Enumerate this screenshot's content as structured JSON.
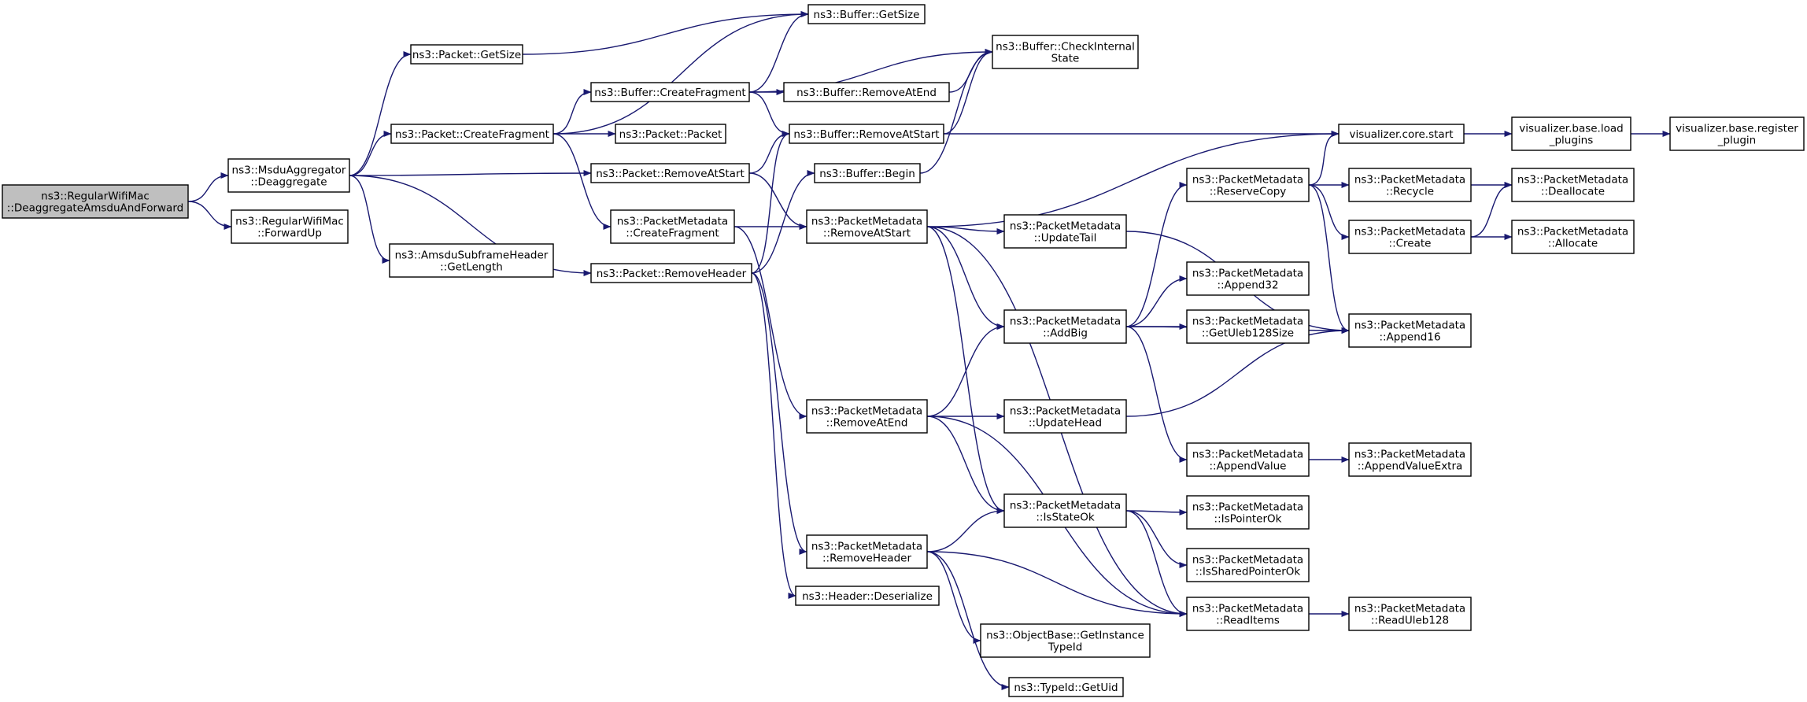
{
  "graph": {
    "colors": {
      "edge": "#191970",
      "root_fill": "#bfbfbf",
      "node_fill": "#ffffff",
      "node_stroke": "#000000"
    },
    "nodes": [
      {
        "id": "root",
        "lines": [
          "ns3::RegularWifiMac",
          "::DeaggregateAmsduAndForward"
        ],
        "root": true
      },
      {
        "id": "msdu_deagg",
        "lines": [
          "ns3::MsduAggregator",
          "::Deaggregate"
        ]
      },
      {
        "id": "fwd_up",
        "lines": [
          "ns3::RegularWifiMac",
          "::ForwardUp"
        ]
      },
      {
        "id": "pkt_getsize",
        "lines": [
          "ns3::Packet::GetSize"
        ]
      },
      {
        "id": "pkt_createfrag",
        "lines": [
          "ns3::Packet::CreateFragment"
        ]
      },
      {
        "id": "pkt_removeatstart",
        "lines": [
          "ns3::Packet::RemoveAtStart"
        ]
      },
      {
        "id": "amsdu_getlen",
        "lines": [
          "ns3::AmsduSubframeHeader",
          "::GetLength"
        ]
      },
      {
        "id": "pkt_removeheader",
        "lines": [
          "ns3::Packet::RemoveHeader"
        ]
      },
      {
        "id": "buf_getsize",
        "lines": [
          "ns3::Buffer::GetSize"
        ]
      },
      {
        "id": "buf_createfrag",
        "lines": [
          "ns3::Buffer::CreateFragment"
        ]
      },
      {
        "id": "pkt_packet",
        "lines": [
          "ns3::Packet::Packet"
        ]
      },
      {
        "id": "pm_createfrag",
        "lines": [
          "ns3::PacketMetadata",
          "::CreateFragment"
        ]
      },
      {
        "id": "buf_check",
        "lines": [
          "ns3::Buffer::CheckInternal",
          "State"
        ]
      },
      {
        "id": "buf_removeatend",
        "lines": [
          "ns3::Buffer::RemoveAtEnd"
        ]
      },
      {
        "id": "buf_removeatstart",
        "lines": [
          "ns3::Buffer::RemoveAtStart"
        ]
      },
      {
        "id": "buf_begin",
        "lines": [
          "ns3::Buffer::Begin"
        ]
      },
      {
        "id": "pm_removeatstart",
        "lines": [
          "ns3::PacketMetadata",
          "::RemoveAtStart"
        ]
      },
      {
        "id": "pm_removeatend",
        "lines": [
          "ns3::PacketMetadata",
          "::RemoveAtEnd"
        ]
      },
      {
        "id": "pm_removeheader",
        "lines": [
          "ns3::PacketMetadata",
          "::RemoveHeader"
        ]
      },
      {
        "id": "hdr_deser",
        "lines": [
          "ns3::Header::Deserialize"
        ]
      },
      {
        "id": "vis_start",
        "lines": [
          "visualizer.core.start"
        ]
      },
      {
        "id": "pm_updatetail",
        "lines": [
          "ns3::PacketMetadata",
          "::UpdateTail"
        ]
      },
      {
        "id": "pm_addbig",
        "lines": [
          "ns3::PacketMetadata",
          "::AddBig"
        ]
      },
      {
        "id": "pm_updatehead",
        "lines": [
          "ns3::PacketMetadata",
          "::UpdateHead"
        ]
      },
      {
        "id": "pm_isstateok",
        "lines": [
          "ns3::PacketMetadata",
          "::IsStateOk"
        ]
      },
      {
        "id": "ob_getinst",
        "lines": [
          "ns3::ObjectBase::GetInstance",
          "TypeId"
        ]
      },
      {
        "id": "typeid_getuid",
        "lines": [
          "ns3::TypeId::GetUid"
        ]
      },
      {
        "id": "pm_reservecopy",
        "lines": [
          "ns3::PacketMetadata",
          "::ReserveCopy"
        ]
      },
      {
        "id": "pm_append32",
        "lines": [
          "ns3::PacketMetadata",
          "::Append32"
        ]
      },
      {
        "id": "pm_getuleb",
        "lines": [
          "ns3::PacketMetadata",
          "::GetUleb128Size"
        ]
      },
      {
        "id": "pm_appendvalue",
        "lines": [
          "ns3::PacketMetadata",
          "::AppendValue"
        ]
      },
      {
        "id": "pm_ispointerok",
        "lines": [
          "ns3::PacketMetadata",
          "::IsPointerOk"
        ]
      },
      {
        "id": "pm_issharedok",
        "lines": [
          "ns3::PacketMetadata",
          "::IsSharedPointerOk"
        ]
      },
      {
        "id": "pm_readitems",
        "lines": [
          "ns3::PacketMetadata",
          "::ReadItems"
        ]
      },
      {
        "id": "vis_load",
        "lines": [
          "visualizer.base.load",
          "_plugins"
        ]
      },
      {
        "id": "pm_recycle",
        "lines": [
          "ns3::PacketMetadata",
          "::Recycle"
        ]
      },
      {
        "id": "pm_create",
        "lines": [
          "ns3::PacketMetadata",
          "::Create"
        ]
      },
      {
        "id": "pm_append16",
        "lines": [
          "ns3::PacketMetadata",
          "::Append16"
        ]
      },
      {
        "id": "pm_appendvalueextra",
        "lines": [
          "ns3::PacketMetadata",
          "::AppendValueExtra"
        ]
      },
      {
        "id": "pm_readuleb",
        "lines": [
          "ns3::PacketMetadata",
          "::ReadUleb128"
        ]
      },
      {
        "id": "vis_register",
        "lines": [
          "visualizer.base.register",
          "_plugin"
        ]
      },
      {
        "id": "pm_dealloc",
        "lines": [
          "ns3::PacketMetadata",
          "::Deallocate"
        ]
      },
      {
        "id": "pm_alloc",
        "lines": [
          "ns3::PacketMetadata",
          "::Allocate"
        ]
      }
    ],
    "edges": [
      [
        "root",
        "msdu_deagg"
      ],
      [
        "root",
        "fwd_up"
      ],
      [
        "msdu_deagg",
        "pkt_getsize"
      ],
      [
        "msdu_deagg",
        "pkt_createfrag"
      ],
      [
        "msdu_deagg",
        "pkt_removeatstart"
      ],
      [
        "msdu_deagg",
        "amsdu_getlen"
      ],
      [
        "msdu_deagg",
        "pkt_removeheader"
      ],
      [
        "pkt_getsize",
        "buf_getsize"
      ],
      [
        "pkt_createfrag",
        "buf_getsize"
      ],
      [
        "pkt_createfrag",
        "buf_createfrag"
      ],
      [
        "pkt_createfrag",
        "pkt_packet"
      ],
      [
        "pkt_createfrag",
        "pm_createfrag"
      ],
      [
        "buf_createfrag",
        "buf_getsize"
      ],
      [
        "buf_createfrag",
        "buf_check"
      ],
      [
        "buf_createfrag",
        "buf_removeatend"
      ],
      [
        "buf_createfrag",
        "buf_removeatstart"
      ],
      [
        "buf_removeatend",
        "buf_check"
      ],
      [
        "buf_removeatstart",
        "buf_check"
      ],
      [
        "buf_removeatstart",
        "vis_start"
      ],
      [
        "buf_begin",
        "buf_check"
      ],
      [
        "pkt_removeatstart",
        "buf_removeatstart"
      ],
      [
        "pkt_removeatstart",
        "pm_removeatstart"
      ],
      [
        "pm_createfrag",
        "pm_removeatstart"
      ],
      [
        "pm_createfrag",
        "pm_removeatend"
      ],
      [
        "pkt_removeheader",
        "buf_removeatstart"
      ],
      [
        "pkt_removeheader",
        "buf_begin"
      ],
      [
        "pkt_removeheader",
        "pm_removeheader"
      ],
      [
        "pkt_removeheader",
        "hdr_deser"
      ],
      [
        "pm_removeatstart",
        "vis_start"
      ],
      [
        "pm_removeatstart",
        "pm_updatetail"
      ],
      [
        "pm_removeatstart",
        "pm_addbig"
      ],
      [
        "pm_removeatstart",
        "pm_isstateok"
      ],
      [
        "pm_removeatstart",
        "pm_readitems"
      ],
      [
        "pm_removeatend",
        "pm_addbig"
      ],
      [
        "pm_removeatend",
        "pm_updatehead"
      ],
      [
        "pm_removeatend",
        "pm_isstateok"
      ],
      [
        "pm_removeatend",
        "pm_readitems"
      ],
      [
        "pm_removeheader",
        "pm_isstateok"
      ],
      [
        "pm_removeheader",
        "pm_readitems"
      ],
      [
        "pm_removeheader",
        "ob_getinst"
      ],
      [
        "pm_removeheader",
        "typeid_getuid"
      ],
      [
        "pm_updatetail",
        "pm_append16"
      ],
      [
        "pm_updatehead",
        "pm_append16"
      ],
      [
        "pm_addbig",
        "pm_reservecopy"
      ],
      [
        "pm_addbig",
        "pm_append32"
      ],
      [
        "pm_addbig",
        "pm_getuleb"
      ],
      [
        "pm_addbig",
        "pm_append16"
      ],
      [
        "pm_addbig",
        "pm_appendvalue"
      ],
      [
        "pm_isstateok",
        "pm_ispointerok"
      ],
      [
        "pm_isstateok",
        "pm_issharedok"
      ],
      [
        "pm_isstateok",
        "pm_readitems"
      ],
      [
        "pm_reservecopy",
        "vis_start"
      ],
      [
        "pm_reservecopy",
        "pm_recycle"
      ],
      [
        "pm_reservecopy",
        "pm_create"
      ],
      [
        "pm_reservecopy",
        "pm_append16"
      ],
      [
        "pm_appendvalue",
        "pm_appendvalueextra"
      ],
      [
        "pm_readitems",
        "pm_readuleb"
      ],
      [
        "vis_start",
        "vis_load"
      ],
      [
        "vis_load",
        "vis_register"
      ],
      [
        "pm_recycle",
        "pm_dealloc"
      ],
      [
        "pm_create",
        "pm_dealloc"
      ],
      [
        "pm_create",
        "pm_alloc"
      ]
    ]
  }
}
